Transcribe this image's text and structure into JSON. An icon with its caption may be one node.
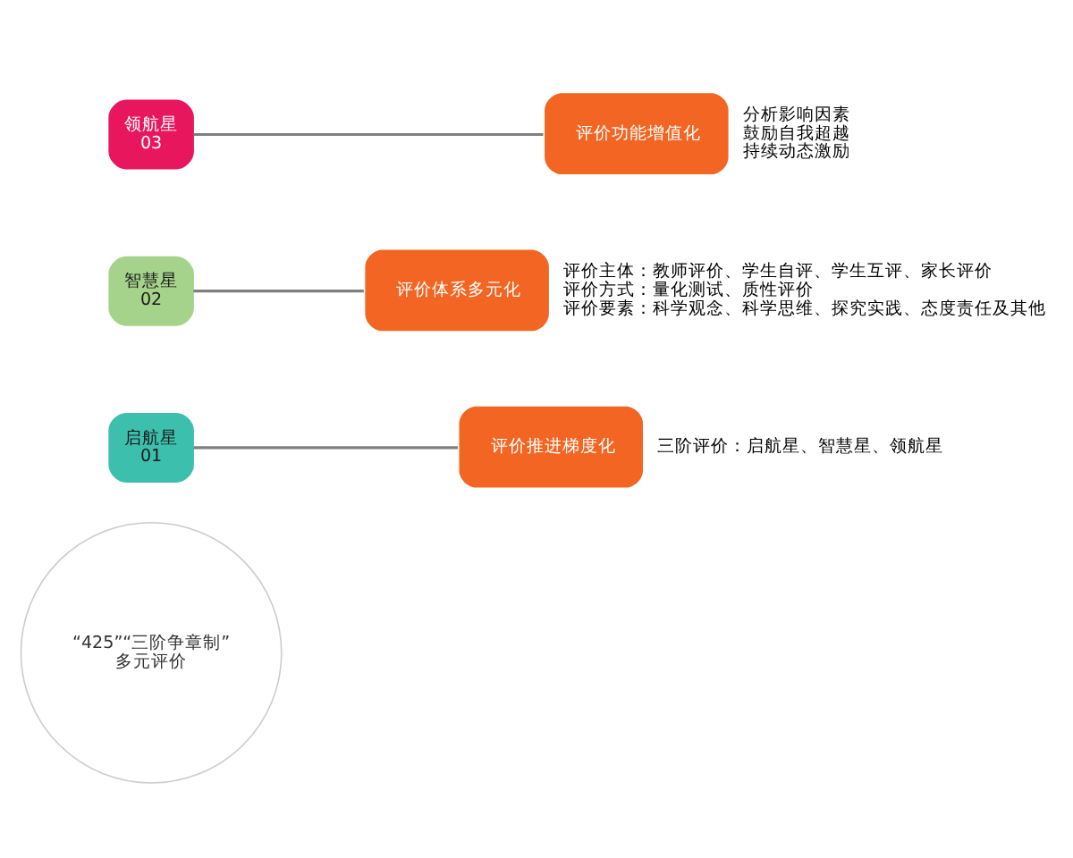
{
  "diagram": {
    "nodes": [
      {
        "text": [
          "“425”“三阶争章制”",
          "多元评价"
        ]
      },
      {
        "text": [
          "启航星",
          "01"
        ]
      },
      {
        "text": [
          "智慧星",
          "02"
        ]
      },
      {
        "text": [
          "领航星",
          "03"
        ]
      },
      {
        "text": [
          "评价体系多元化"
        ],
        "beside": [
          "评价主体：教师评价、学生自评、学生互评、家长评价",
          "评价方式：量化测试、质性评价",
          "评价要素：科学观念、科学思维、探究实践、态度责任及其他"
        ]
      },
      {
        "text": [
          "评价推进梯度化"
        ],
        "beside": [
          "三阶评价：启航星、智慧星、领航星"
        ]
      },
      {
        "text": [
          "评价功能增值化"
        ],
        "beside": [
          "分析影响因素",
          "鼓励自我超越",
          "持续动态激励"
        ]
      }
    ],
    "edges": [
      {
        "from": 2,
        "to": 4,
        "arrow": "none"
      },
      {
        "from": 1,
        "to": 5,
        "arrow": "none"
      },
      {
        "from": 3,
        "to": 6,
        "arrow": "none"
      }
    ]
  }
}
